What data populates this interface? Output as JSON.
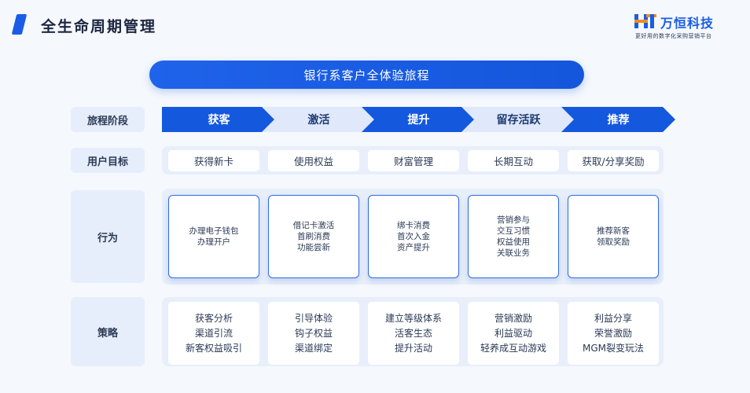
{
  "header": {
    "title": "全生命周期管理",
    "logo": {
      "name": "万恒科技",
      "slogan": "更好用的数字化采购营销平台"
    }
  },
  "banner": "银行系客户全体验旅程",
  "row_labels": {
    "stage": "旅程阶段",
    "goal": "用户目标",
    "behavior": "行为",
    "strategy": "策略"
  },
  "stages": [
    "获客",
    "激活",
    "提升",
    "留存活跃",
    "推荐"
  ],
  "goals": [
    "获得新卡",
    "使用权益",
    "财富管理",
    "长期互动",
    "获取/分享奖励"
  ],
  "behaviors": [
    [
      "办理电子钱包",
      "办理开户"
    ],
    [
      "借记卡激活",
      "首刷消费",
      "功能尝新"
    ],
    [
      "绑卡消费",
      "首次入金",
      "资产提升"
    ],
    [
      "营销参与",
      "交互习惯",
      "权益使用",
      "关联业务"
    ],
    [
      "推荐新客",
      "领取奖励"
    ]
  ],
  "strategies": [
    [
      "获客分析",
      "渠道引流",
      "新客权益吸引"
    ],
    [
      "引导体验",
      "钩子权益",
      "渠道绑定"
    ],
    [
      "建立等级体系",
      "活客生态",
      "提升活动"
    ],
    [
      "营销激励",
      "利益驱动",
      "轻养成互动游戏"
    ],
    [
      "利益分享",
      "荣誉激励",
      "MGM裂变玩法"
    ]
  ],
  "colors": {
    "accent": "#1458de",
    "light": "#dfe9fb",
    "band": "#e8effb"
  }
}
